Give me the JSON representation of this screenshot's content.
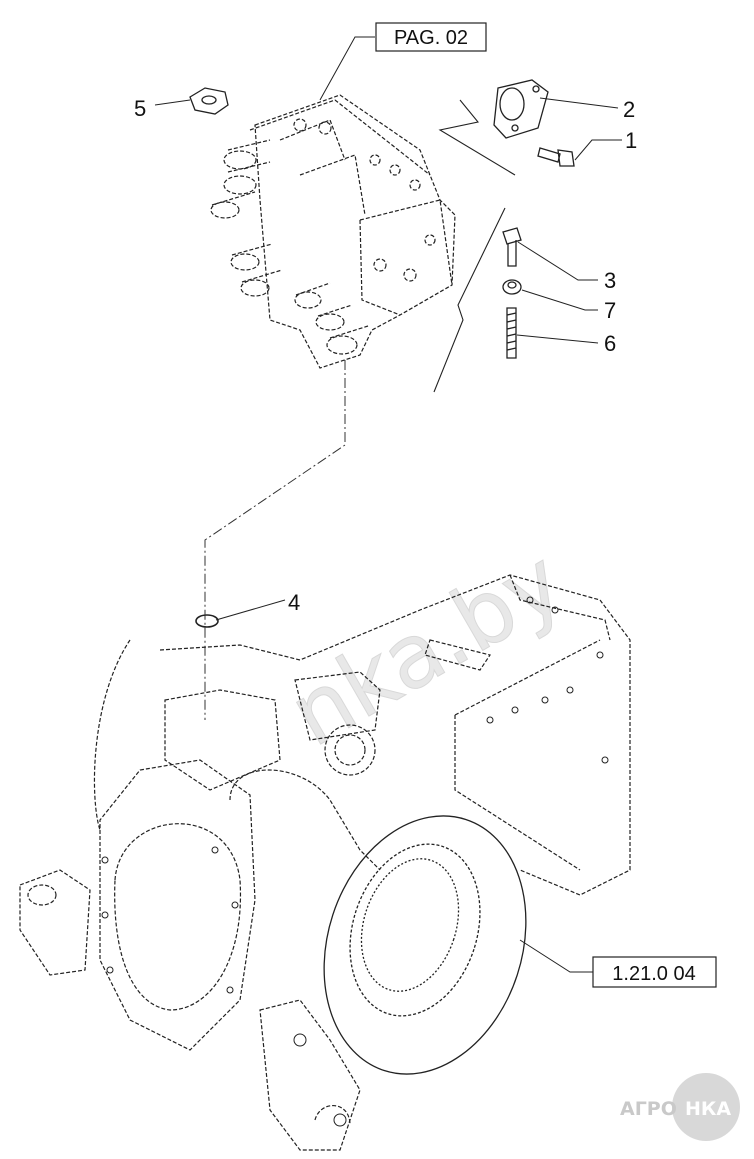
{
  "reference_labels": {
    "top": "PAG. 02",
    "bottom": "1.21.0 04"
  },
  "part_callouts": [
    "5",
    "2",
    "1",
    "3",
    "7",
    "6",
    "4"
  ],
  "watermark": "nka.by",
  "logo": {
    "left": "АГРО",
    "right": "НКА"
  }
}
